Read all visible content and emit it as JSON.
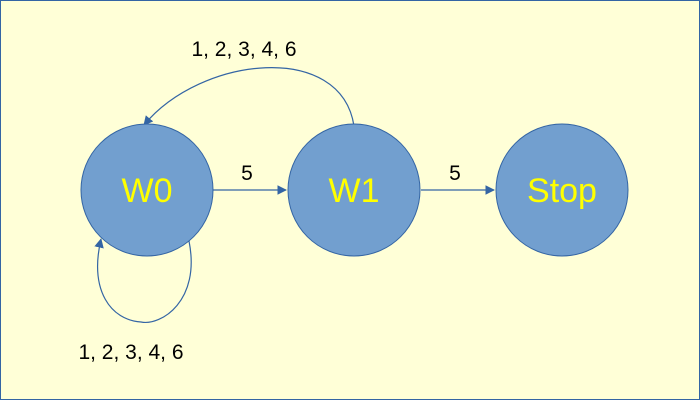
{
  "diagram": {
    "colors": {
      "background": "#ffffd7",
      "border": "#3465a4",
      "node_fill": "#729fcf",
      "node_stroke": "#3465a4",
      "node_text": "#ffff00",
      "edge": "#3465a4"
    },
    "nodes": [
      {
        "id": "w0",
        "label": "W0"
      },
      {
        "id": "w1",
        "label": "W1"
      },
      {
        "id": "stop",
        "label": "Stop"
      }
    ],
    "edges": [
      {
        "from": "W1",
        "to": "W0",
        "label": "1, 2, 3, 4, 6"
      },
      {
        "from": "W0",
        "to": "W1",
        "label": "5"
      },
      {
        "from": "W1",
        "to": "Stop",
        "label": "5"
      },
      {
        "from": "W0",
        "to": "W0",
        "label": "1, 2, 3, 4, 6"
      }
    ]
  }
}
